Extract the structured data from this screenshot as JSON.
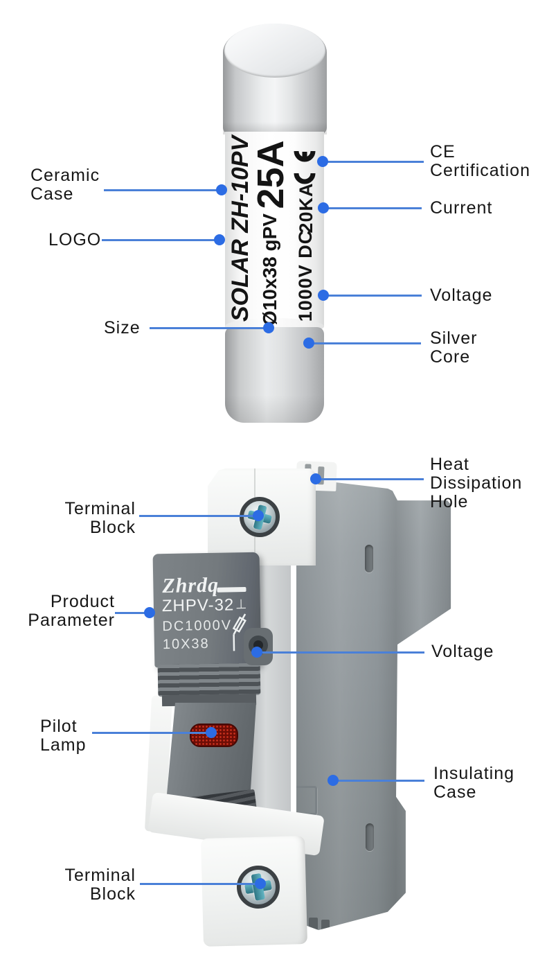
{
  "colors": {
    "line": "#4a80d8",
    "dot": "#2c6ce4",
    "label": "#161616",
    "lamp_red": "#7c1108",
    "screw_teal": "#2f7f8e",
    "holder_gray": "#8f969a",
    "carrier_gray": "#71777b",
    "fuse_silver": "#c6c8ca"
  },
  "fuse": {
    "print": {
      "brand": "SOLAR ZH-10PV",
      "current": "25A",
      "size": "Ø10x38 gPV",
      "voltage": "1000V DC",
      "breaking": "20KA",
      "ce": "CE"
    },
    "callouts_left": [
      {
        "id": "ceramic-case",
        "text": "Ceramic\nCase"
      },
      {
        "id": "logo",
        "text": "LOGO"
      },
      {
        "id": "size",
        "text": "Size"
      }
    ],
    "callouts_right": [
      {
        "id": "ce-certification",
        "text": "CE\nCertification"
      },
      {
        "id": "current",
        "text": "Current"
      },
      {
        "id": "voltage",
        "text": "Voltage"
      },
      {
        "id": "silver-core",
        "text": "Silver\nCore"
      }
    ]
  },
  "holder": {
    "print": {
      "brand": "Zhrdq",
      "model": "ZHPV-32",
      "voltage": "DC1000V",
      "size": "10X38",
      "ground_symbol": "⊥"
    },
    "callouts_left": [
      {
        "id": "terminal-block-top",
        "text": "Terminal\nBlock"
      },
      {
        "id": "product-parameter",
        "text": "Product\nParameter"
      },
      {
        "id": "pilot-lamp",
        "text": "Pilot\nLamp"
      },
      {
        "id": "terminal-block-bottom",
        "text": "Terminal\nBlock"
      }
    ],
    "callouts_right": [
      {
        "id": "heat-dissipation-hole",
        "text": "Heat\nDissipation\nHole"
      },
      {
        "id": "voltage",
        "text": "Voltage"
      },
      {
        "id": "insulating-case",
        "text": "Insulating\nCase"
      }
    ]
  }
}
